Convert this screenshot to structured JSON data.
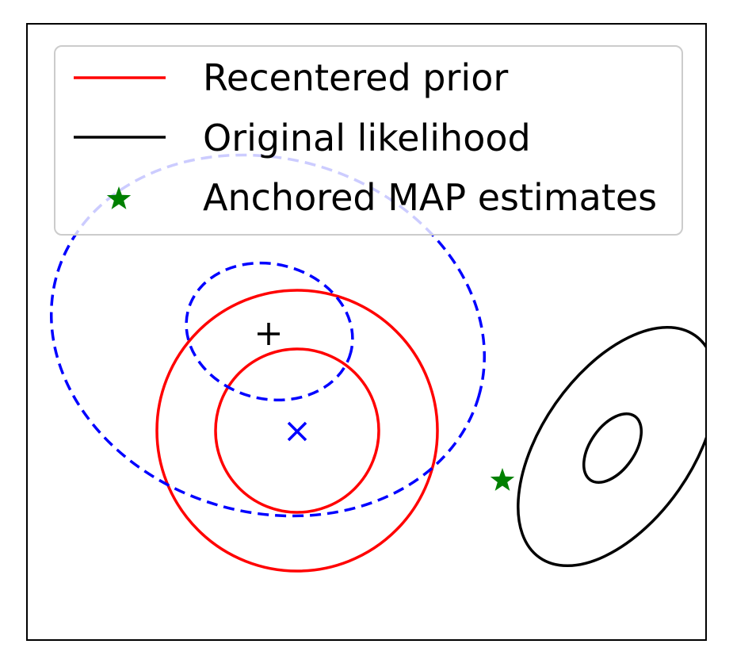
{
  "chart_data": {
    "type": "scatter",
    "title": "",
    "xlabel": "",
    "ylabel": "",
    "grid": false,
    "legend": {
      "placement": "top-left",
      "entries": [
        {
          "label": "Recentered prior",
          "marker": "line",
          "color": "#ff0000"
        },
        {
          "label": "Original likelihood",
          "marker": "line",
          "color": "#000000"
        },
        {
          "label": "Anchored MAP estimates",
          "marker": "star",
          "color": "#008000"
        }
      ]
    },
    "colors": {
      "prior": "#ff0000",
      "likelihood": "#000000",
      "posterior": "#0000ff",
      "map": "#008000"
    }
  }
}
